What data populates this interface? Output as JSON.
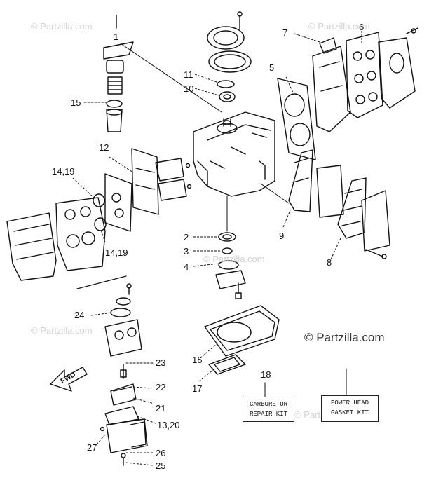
{
  "watermarks": [
    "© Partzilla.com",
    "© Partzilla.com",
    "© Partzilla.com",
    "© Partzilla.com",
    "© Partzilla.com"
  ],
  "brand_watermark": "© Partzilla.com",
  "fwd_label": "FWD",
  "callouts": {
    "c1": "1",
    "c2": "2",
    "c3": "3",
    "c4": "4",
    "c5": "5",
    "c6": "6",
    "c7": "7",
    "c8": "8",
    "c9": "9",
    "c10": "10",
    "c11": "11",
    "c12": "12",
    "c13_20": "13,20",
    "c14_19_top": "14,19",
    "c14_19_bot": "14,19",
    "c15": "15",
    "c16": "16",
    "c17": "17",
    "c18": "18",
    "c21": "21",
    "c22": "22",
    "c23": "23",
    "c24": "24",
    "c25": "25",
    "c26": "26",
    "c27": "27"
  },
  "kits": {
    "carburetor": {
      "line1": "CARBURETOR",
      "line2": "REPAIR KIT"
    },
    "power_head": {
      "line1": "POWER HEAD",
      "line2": "GASKET KIT"
    }
  }
}
